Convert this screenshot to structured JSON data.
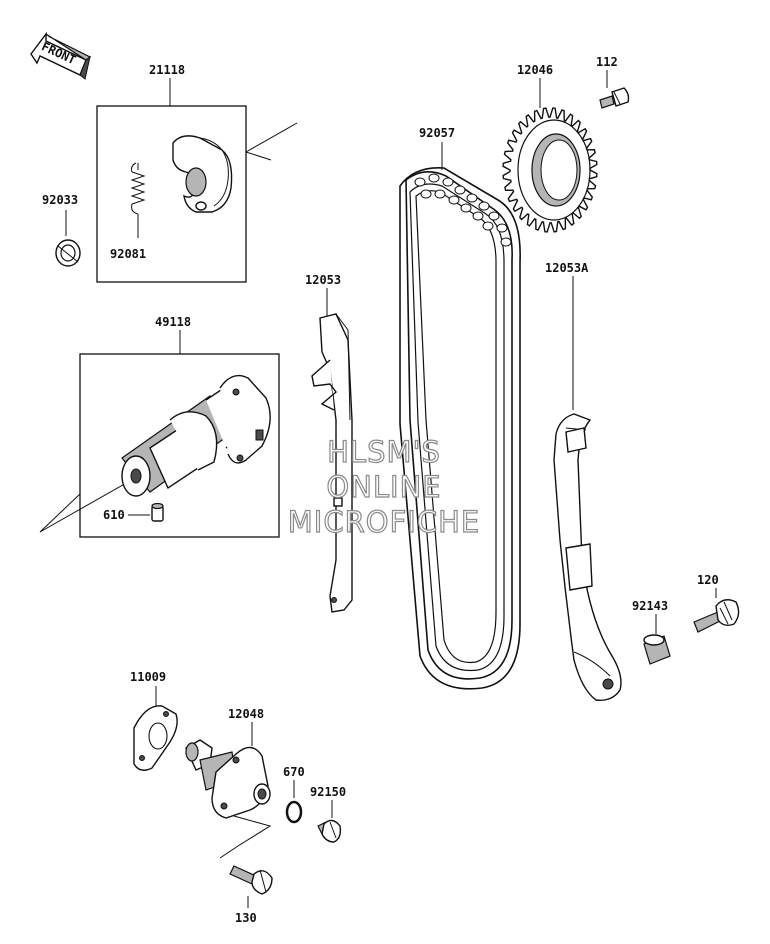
{
  "diagram": {
    "front_label": "FRONT",
    "watermark": [
      "HLSM'S",
      "ONLINE",
      "MICROFICHE"
    ],
    "parts": {
      "p21118": "21118",
      "p92033": "92033",
      "p92081": "92081",
      "p49118": "49118",
      "p610": "610",
      "p12053": "12053",
      "p92057": "92057",
      "p12046": "12046",
      "p112": "112",
      "p12053A": "12053A",
      "p92143": "92143",
      "p120": "120",
      "p11009": "11009",
      "p12048": "12048",
      "p670": "670",
      "p92150": "92150",
      "p130": "130"
    }
  }
}
